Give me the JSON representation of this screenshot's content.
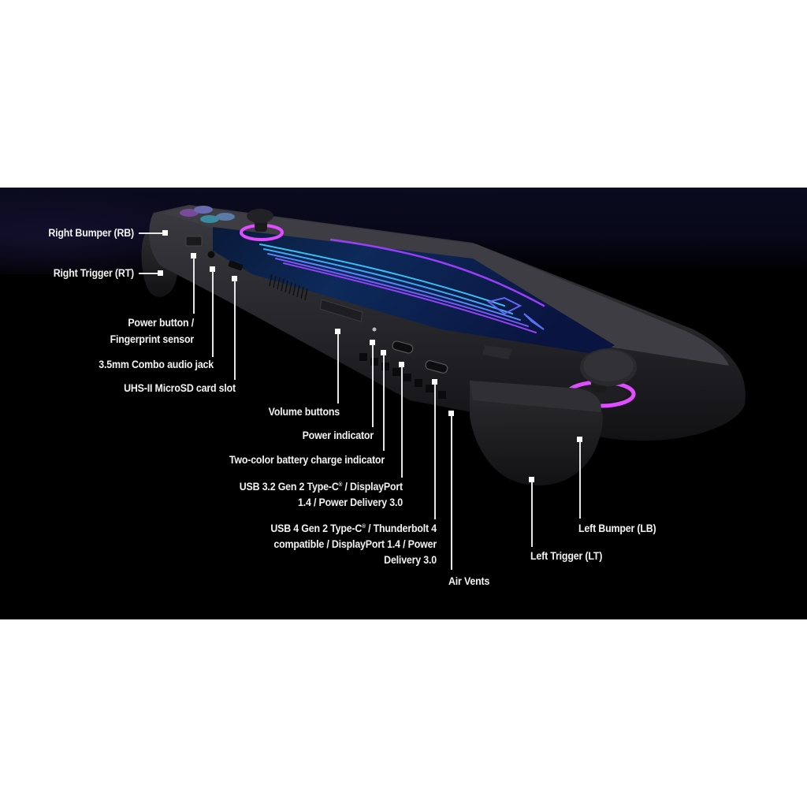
{
  "image": {
    "subject": "handheld gaming console side view with port callouts",
    "colors": {
      "background_outer": "#ffffff",
      "panel": "#000000",
      "panel_top_tint": "#0b0b1f",
      "label_text": "#f2f2f2",
      "callout_line": "#e6e6e6",
      "accent_ring": "#d43cff",
      "screen_cyan": "#3cc8ff",
      "screen_violet": "#8a3cff",
      "device_body": "#2a2a2e"
    }
  },
  "callouts": {
    "right_bumper": "Right Bumper (RB)",
    "right_trigger": "Right Trigger (RT)",
    "power_button_line1": "Power button /",
    "power_button_line2": "Fingerprint sensor",
    "audio_jack": "3.5mm Combo audio jack",
    "microsd": "UHS-II MicroSD card slot",
    "volume": "Volume buttons",
    "power_indicator": "Power indicator",
    "battery_indicator": "Two-color battery charge indicator",
    "usb32_line1_a": "USB 3.2 Gen 2 Type-C",
    "usb32_line1_reg": "®",
    "usb32_line1_b": " / DisplayPort",
    "usb32_line2": "1.4 / Power Delivery 3.0",
    "usb4_line1_a": "USB 4 Gen 2 Type-C",
    "usb4_line1_reg": "®",
    "usb4_line1_b": " / Thunderbolt 4",
    "usb4_line2": "compatible / DisplayPort 1.4 / Power",
    "usb4_line3": "Delivery 3.0",
    "air_vents": "Air Vents",
    "left_bumper": "Left Bumper (LB)",
    "left_trigger": "Left Trigger (LT)"
  }
}
